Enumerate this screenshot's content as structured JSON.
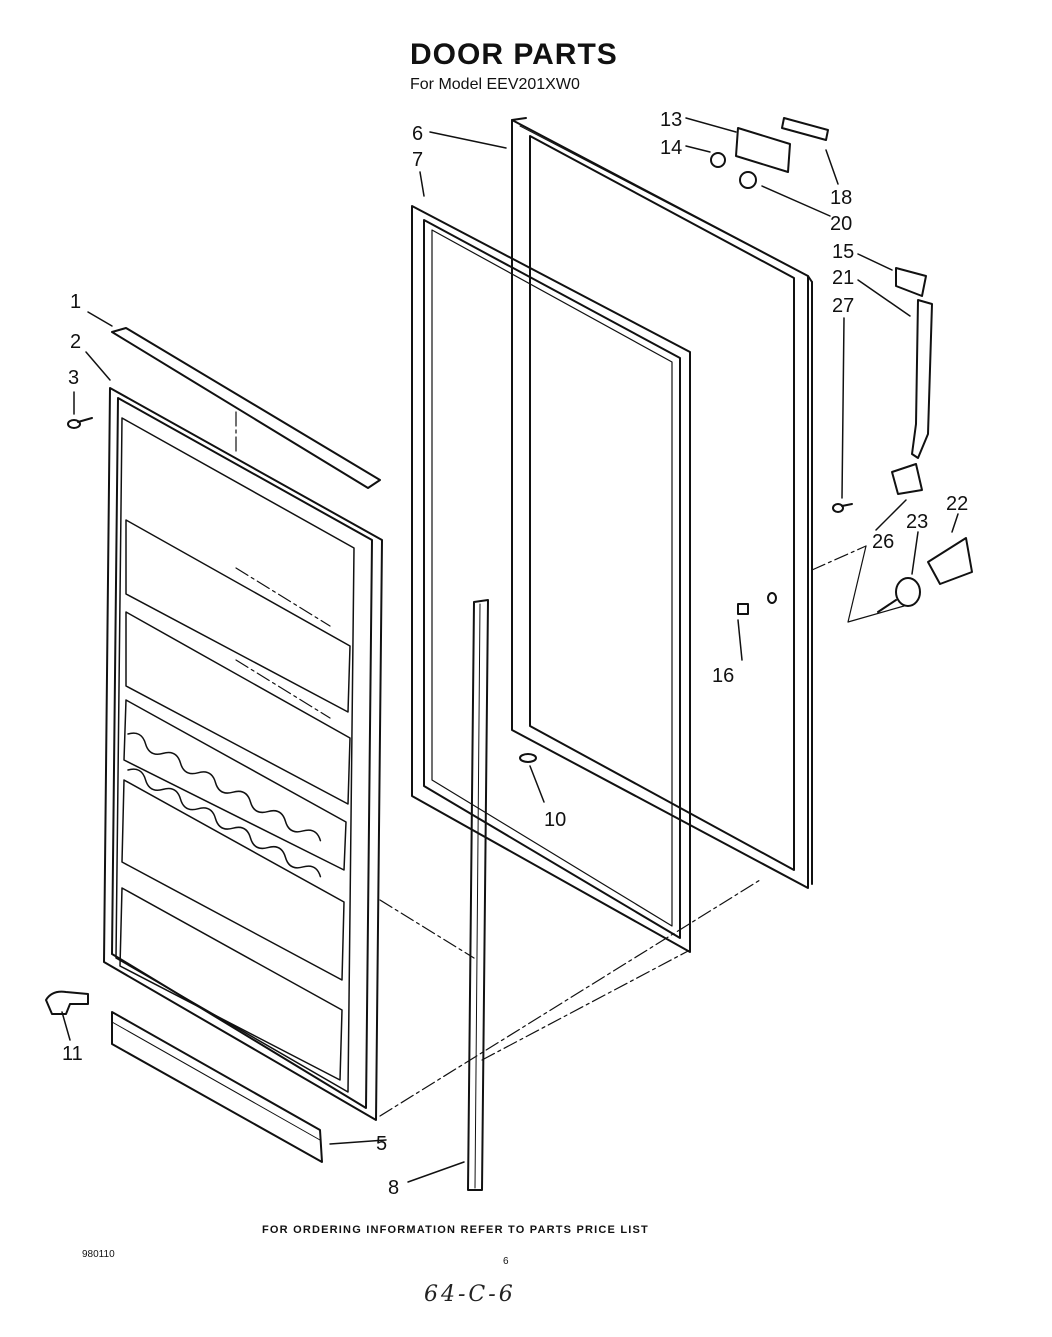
{
  "header": {
    "title": "DOOR PARTS",
    "subtitle": "For Model EEV201XW0"
  },
  "callouts": [
    "1",
    "2",
    "3",
    "5",
    "6",
    "7",
    "8",
    "10",
    "11",
    "13",
    "14",
    "15",
    "16",
    "18",
    "20",
    "21",
    "22",
    "23",
    "26",
    "27"
  ],
  "footer": {
    "ordering_note": "FOR ORDERING INFORMATION REFER TO PARTS PRICE LIST",
    "doc_code": "980110",
    "page_number": "6",
    "handwritten": "64-C-6"
  }
}
